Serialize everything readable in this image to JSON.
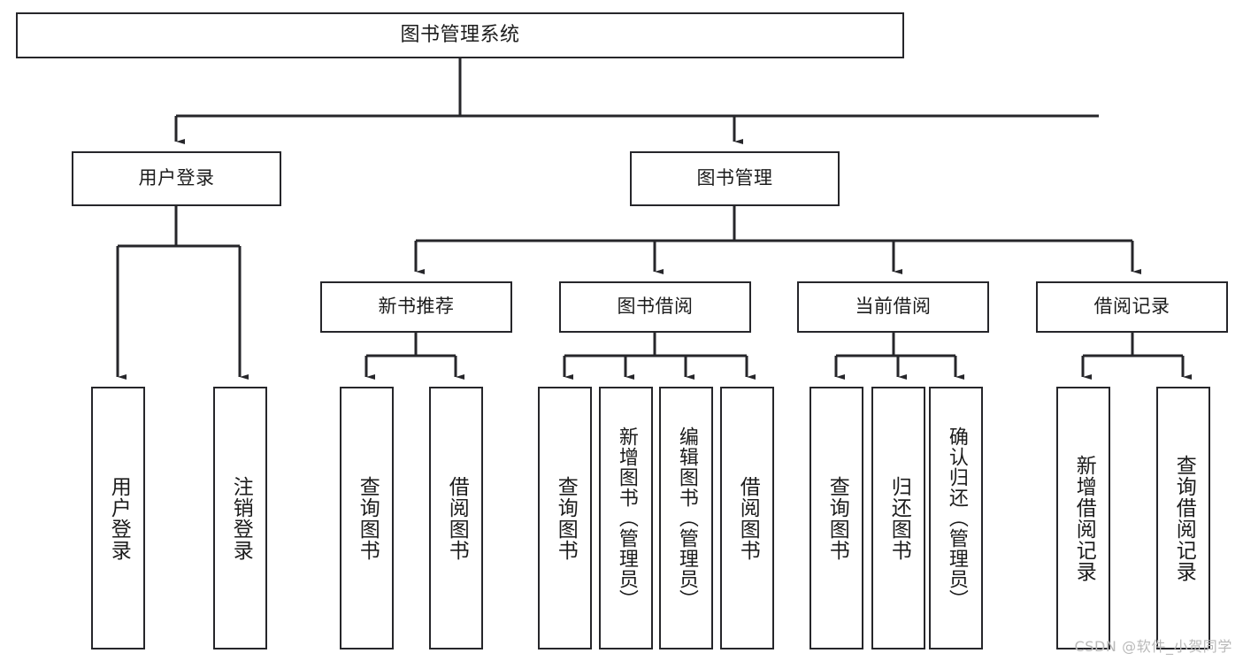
{
  "diagram": {
    "title": "图书管理系统",
    "type": "hierarchy-tree",
    "theme": {
      "background": "#ffffff",
      "box_border": "#26262a",
      "box_fill": "#ffffff",
      "text": "#1c1c1c",
      "connector": "#26262a",
      "watermark": "#b9b9b9"
    },
    "root": {
      "label": "图书管理系统"
    },
    "level2": [
      {
        "label": "用户登录"
      },
      {
        "label": "图书管理"
      }
    ],
    "level3": [
      {
        "label": "新书推荐"
      },
      {
        "label": "图书借阅"
      },
      {
        "label": "当前借阅"
      },
      {
        "label": "借阅记录"
      }
    ],
    "leaves": {
      "user_login": [
        {
          "label": "用户登录"
        },
        {
          "label": "注销登录"
        }
      ],
      "new_book_recommend": [
        {
          "label": "查询图书"
        },
        {
          "label": "借阅图书"
        }
      ],
      "book_borrow": [
        {
          "label": "查询图书"
        },
        {
          "label": "新增图书（管理员）"
        },
        {
          "label": "编辑图书（管理员）"
        },
        {
          "label": "借阅图书"
        }
      ],
      "current_borrow": [
        {
          "label": "查询图书"
        },
        {
          "label": "归还图书"
        },
        {
          "label": "确认归还（管理员）"
        }
      ],
      "borrow_record": [
        {
          "label": "新增借阅记录"
        },
        {
          "label": "查询借阅记录"
        }
      ]
    }
  },
  "watermark": {
    "text": "CSDN @软件_小贺同学"
  }
}
